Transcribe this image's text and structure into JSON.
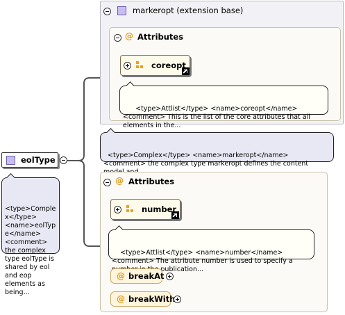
{
  "root": {
    "name": "eolType",
    "comment": "<type>Complex</type> <name>eolType</name> <comment> the complex type eolType is shared by eol and eop elements as being..."
  },
  "extension": {
    "title": "markeropt (extension base)",
    "attributes_label": "Attributes",
    "group_ref": {
      "name": "coreopt",
      "comment": "<type>Attlist</type> <name>coreopt</name> <comment> This is the list of the core attributes that all elements in the..."
    },
    "comment": "<type>Complex</type> <name>markeropt</name> <comment> the complex type markeropt defines the content model and..."
  },
  "local_attributes": {
    "attributes_label": "Attributes",
    "group_ref": {
      "name": "number",
      "comment": "<type>Attlist</type> <name>number</name> <comment> The attribute number is used to specify a number in the publication..."
    },
    "attrs": [
      "breakAt",
      "breakWith"
    ]
  },
  "colors": {
    "type_icon": "#c9bdf0",
    "attribute_icon": "#e19a1e",
    "panel_bg": "#f2f2f6",
    "attr_chip_bg": "#fff4dc"
  },
  "icons": {
    "type": "complex-type-icon",
    "attribute": "at-sign-icon",
    "group": "attribute-group-icon",
    "reference": "reference-arrow-icon"
  }
}
